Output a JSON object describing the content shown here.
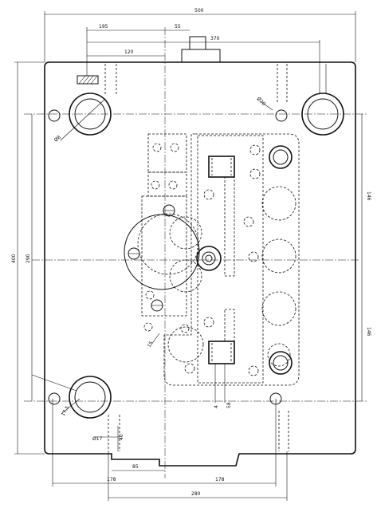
{
  "drawing": {
    "dimensions": {
      "overall_width": "500",
      "top_left_offset": "195",
      "center_offset": "55",
      "right_offset": "370",
      "inner_offset": "120",
      "overall_height": "400",
      "inner_height": "290",
      "right_upper": "146",
      "right_lower": "146",
      "bottom_85": "85",
      "bottom_left_178": "178",
      "bottom_right_178": "178",
      "bottom_280": "280",
      "phi_top": "Ø8",
      "phi_right": "Ø20",
      "phi_small": "Ø17",
      "dim_40": "40",
      "dim_17_5": "17.5",
      "dim_4": "4",
      "dim_58": "58",
      "dim_15": "15"
    }
  }
}
